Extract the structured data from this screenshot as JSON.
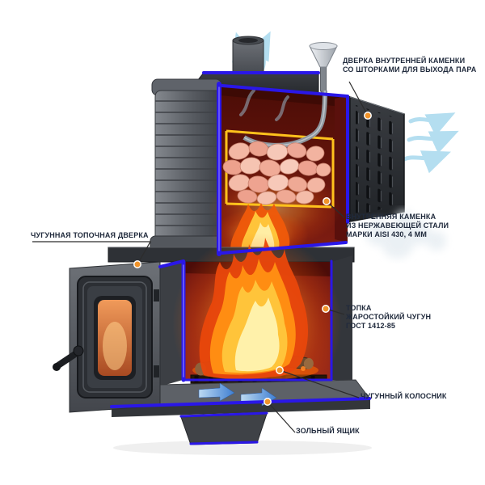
{
  "colors": {
    "background": "#ffffff",
    "cut_edge_blue": "#2a17e8",
    "cut_edge_highlight": "#7b6cff",
    "callout_dot": "#f0932a",
    "label_text": "#202a3c",
    "leader_line": "#2c2c2c",
    "fire_orange": "#ff8d12",
    "stone_pink": "#f2b4a0",
    "steel_gray": "#5b5f65",
    "interior_red": "#7e1c16",
    "steam_blue": "#a8d9ee"
  },
  "labels": {
    "steam_door": {
      "lines": [
        "ДВЕРКА ВНУТРЕННЕЙ КАМЕНКИ",
        "СО ШТОРКАМИ ДЛЯ ВЫХОДА ПАРА"
      ]
    },
    "firebox_door": {
      "lines": [
        "ЧУГУННАЯ ТОПОЧНАЯ ДВЕРКА"
      ]
    },
    "inner_kamenka": {
      "lines": [
        "ВНУТРЕННЯЯ КАМЕНКА",
        "ИЗ НЕРЖАВЕЮЩЕЙ СТАЛИ",
        "МАРКИ AISI 430, 4 ММ"
      ]
    },
    "firebox": {
      "lines": [
        "ТОПКА",
        "ЖАРОСТОЙКИЙ ЧУГУН",
        "ГОСТ 1412-85"
      ]
    },
    "grate": {
      "lines": [
        "ЧУГУННЫЙ КОЛОСНИК"
      ]
    },
    "ash_box": {
      "lines": [
        "ЗОЛЬНЫЙ ЯЩИК"
      ]
    }
  }
}
